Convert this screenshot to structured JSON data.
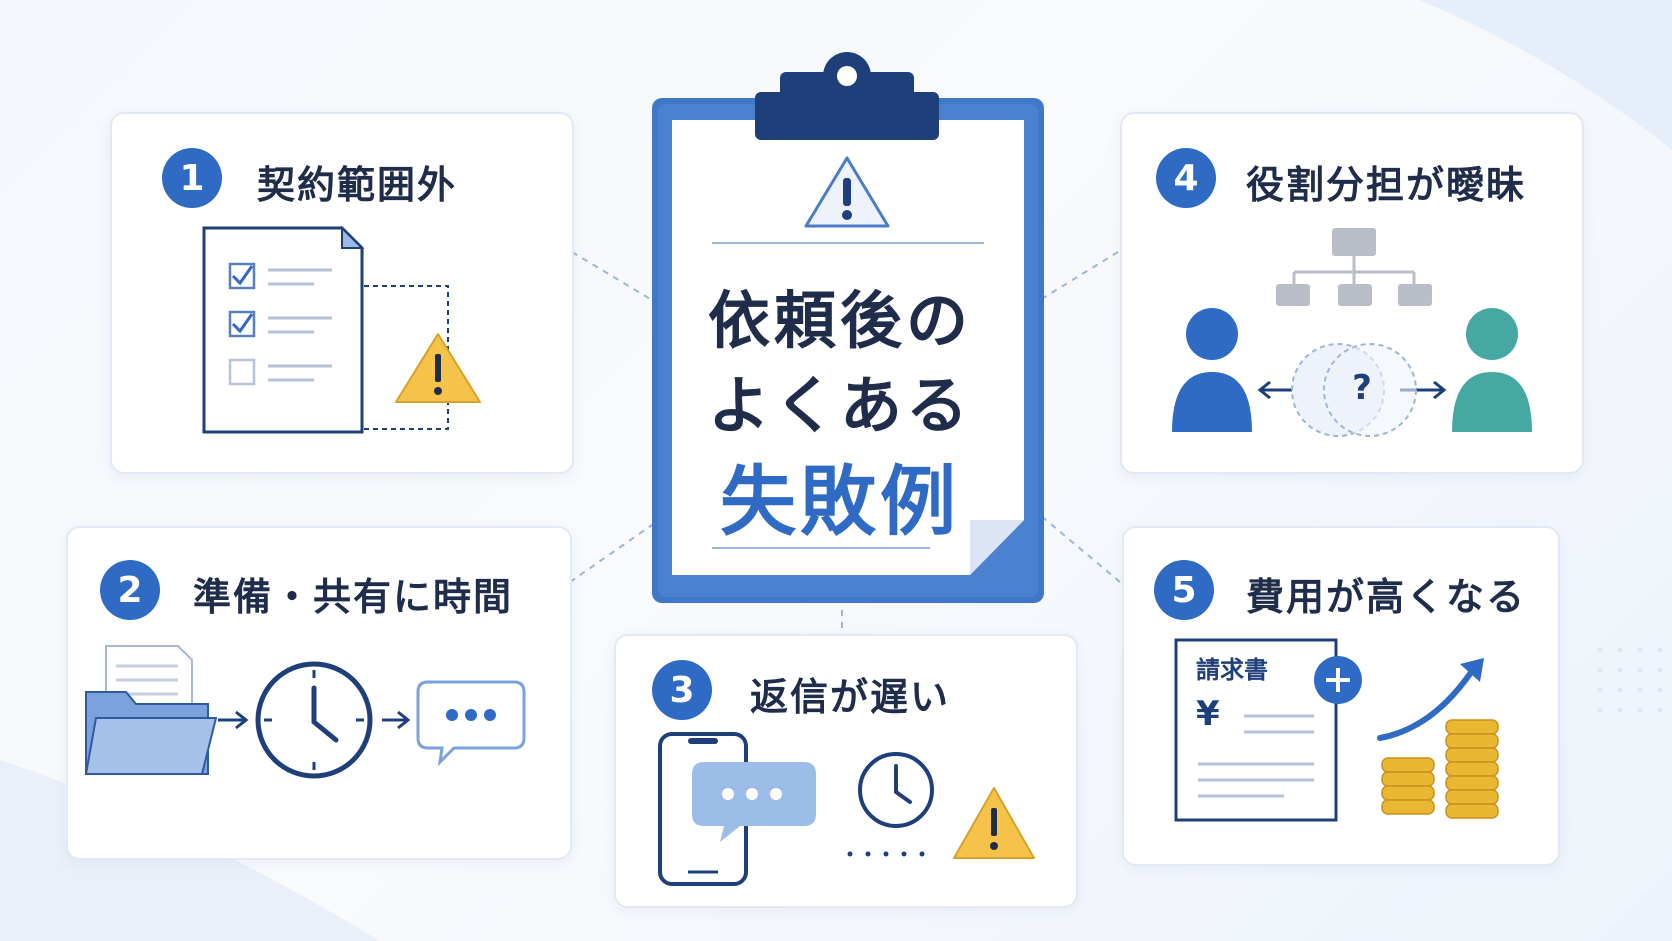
{
  "main": {
    "title_line1": "依頼後の",
    "title_line2": "よくある",
    "title_line3": "失敗例"
  },
  "items": [
    {
      "number": "1",
      "title": "契約範囲外"
    },
    {
      "number": "2",
      "title": "準備・共有に時間"
    },
    {
      "number": "3",
      "title": "返信が遅い"
    },
    {
      "number": "4",
      "title": "役割分担が曖昧"
    },
    {
      "number": "5",
      "title": "費用が高くなる"
    }
  ],
  "invoice": {
    "label": "請求書",
    "currency": "¥"
  },
  "role_question": "?",
  "colors": {
    "accent": "#2f6ac4",
    "navy": "#1f3f7a",
    "warning": "#f5c24a",
    "teal": "#45a8a3",
    "gold": "#e9b731"
  }
}
